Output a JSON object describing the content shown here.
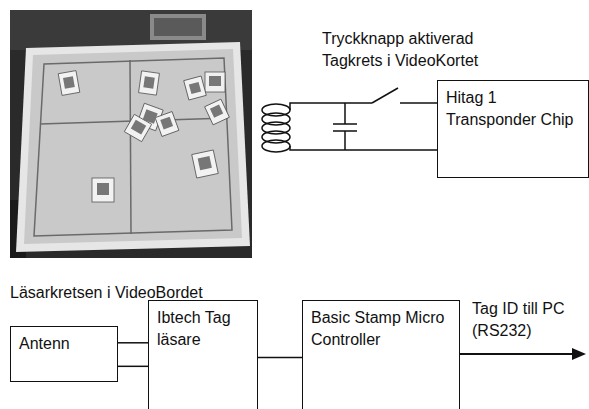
{
  "diagram": {
    "nodes": [
      {
        "text": [
          "Hitag 1 Transponder Chip"
        ]
      },
      {
        "text": [
          "Antenn"
        ]
      },
      {
        "text": [
          "Ibtech Tag läsare"
        ]
      },
      {
        "text": [
          "Basic Stamp Micro Controller"
        ]
      }
    ],
    "edges": [
      {
        "from": 1,
        "to": 2,
        "arrow": "none"
      },
      {
        "from": 1,
        "to": 2,
        "arrow": "none"
      },
      {
        "from": 2,
        "to": 3,
        "arrow": "none"
      }
    ],
    "labels": [
      "Tryckknapp aktiverad Tagkrets i VideoKortet",
      "Läsarkretsen i VideoBordet",
      "Tag ID till PC (RS232)"
    ]
  }
}
